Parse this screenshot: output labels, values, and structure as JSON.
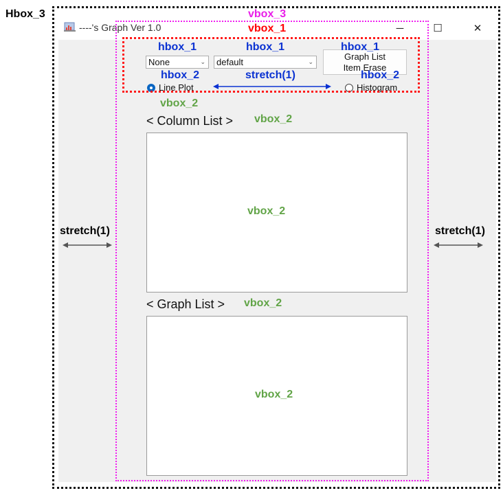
{
  "window": {
    "title": "----'s Graph Ver 1.0",
    "minimize_glyph": "─",
    "maximize_glyph": "☐",
    "close_glyph": "✕"
  },
  "controls": {
    "combo1_value": "None",
    "combo2_value": "default",
    "erase_button_line1": "Graph List",
    "erase_button_line2": "Item Erase",
    "radio_line_plot": "Line Plot",
    "radio_histogram": "Histogram"
  },
  "sections": {
    "column_list_label": "< Column List >",
    "graph_list_label": "< Graph List >"
  },
  "annotations": {
    "hbox3": "Hbox_3",
    "vbox3": "vbox_3",
    "vbox1": "vbox_1",
    "hbox1_a": "hbox_1",
    "hbox1_b": "hbox_1",
    "hbox1_c": "hbox_1",
    "hbox2_a": "hbox_2",
    "hbox2_b": "hbox_2",
    "stretch_mid": "stretch(1)",
    "stretch_left": "stretch(1)",
    "stretch_right": "stretch(1)",
    "vbox2_a": "vbox_2",
    "vbox2_b": "vbox_2",
    "vbox2_c": "vbox_2",
    "vbox2_d": "vbox_2",
    "vbox2_e": "vbox_2"
  },
  "colors": {
    "annotation_blue": "#0a32d2",
    "annotation_green": "#61a447",
    "annotation_magenta": "#e91ee9",
    "annotation_red": "#ff0000",
    "radio_accent": "#0b66c2"
  }
}
